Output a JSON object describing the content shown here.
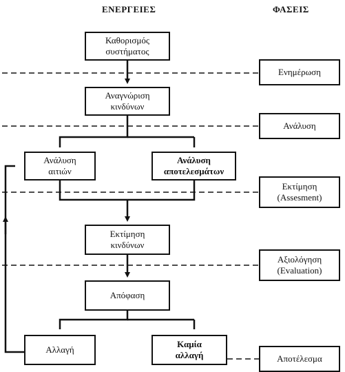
{
  "headers": {
    "actions": "ΕΝΕΡΓΕΙΕΣ",
    "phases": "ΦΑΣΕΙΣ"
  },
  "actions": {
    "define_system": "Καθορισμός\nσυστήματος",
    "identify_hazards": "Αναγνώριση\nκινδύνων",
    "cause_analysis": "Ανάλυση\nαιτιών",
    "consequence_analysis": "Ανάλυση\nαποτελεσμάτων",
    "risk_estimation": "Εκτίμηση\nκινδύνων",
    "decision": "Απόφαση",
    "change": "Αλλαγή",
    "no_change": "Καμία\nαλλαγή"
  },
  "phases": {
    "information": "Ενημέρωση",
    "analysis": "Ανάλυση",
    "assessment": "Εκτίμηση\n(Assesment)",
    "evaluation": "Αξιολόγηση\n(Evaluation)",
    "result": "Αποτέλεσμα"
  }
}
